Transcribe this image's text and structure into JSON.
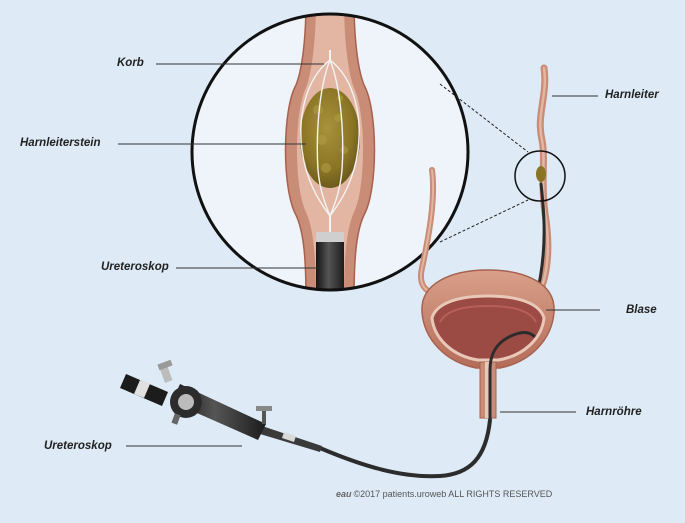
{
  "labels": {
    "korb": "Korb",
    "harnleiterstein": "Harnleiterstein",
    "ureteroskop_detail": "Ureteroskop",
    "harnleiter": "Harnleiter",
    "blase": "Blase",
    "harnroehre": "Harnröhre",
    "ureteroskop_main": "Ureteroskop"
  },
  "footer": {
    "logo": "eau",
    "copyright": "©2017 patients.uroweb ALL RIGHTS RESERVED"
  },
  "colors": {
    "background": "#deebf6",
    "tissue": "#c98d77",
    "tissue_dark": "#a7614e",
    "stone": "#8a7526",
    "scope": "#2c2c2c"
  }
}
